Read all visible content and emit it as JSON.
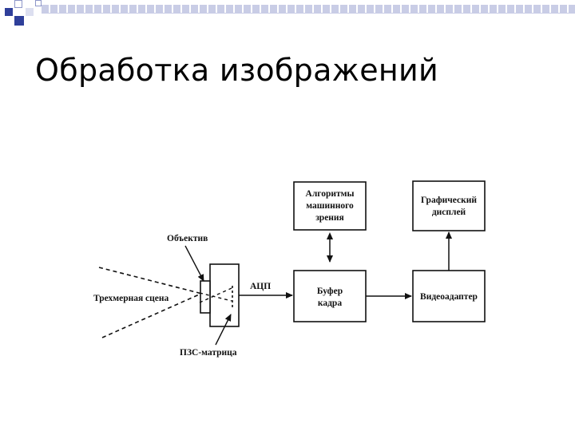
{
  "slide": {
    "title": "Обработка изображений",
    "accent_colors": {
      "fill": "#2f3f9a",
      "outline": "#8e97c9",
      "light": "#dcdff0"
    }
  },
  "diagram": {
    "labels": {
      "objective": "Объектив",
      "scene": "Трехмерная сцена",
      "ccd": "ПЗС-матрица",
      "adc": "АЦП"
    },
    "boxes": {
      "algorithms": [
        "Алгоритмы",
        "машинного",
        "зрения"
      ],
      "buffer": [
        "Буфер",
        "кадра"
      ],
      "display": [
        "Графический",
        "дисплей"
      ],
      "videoadapter": [
        "Видеоадаптер"
      ]
    }
  }
}
